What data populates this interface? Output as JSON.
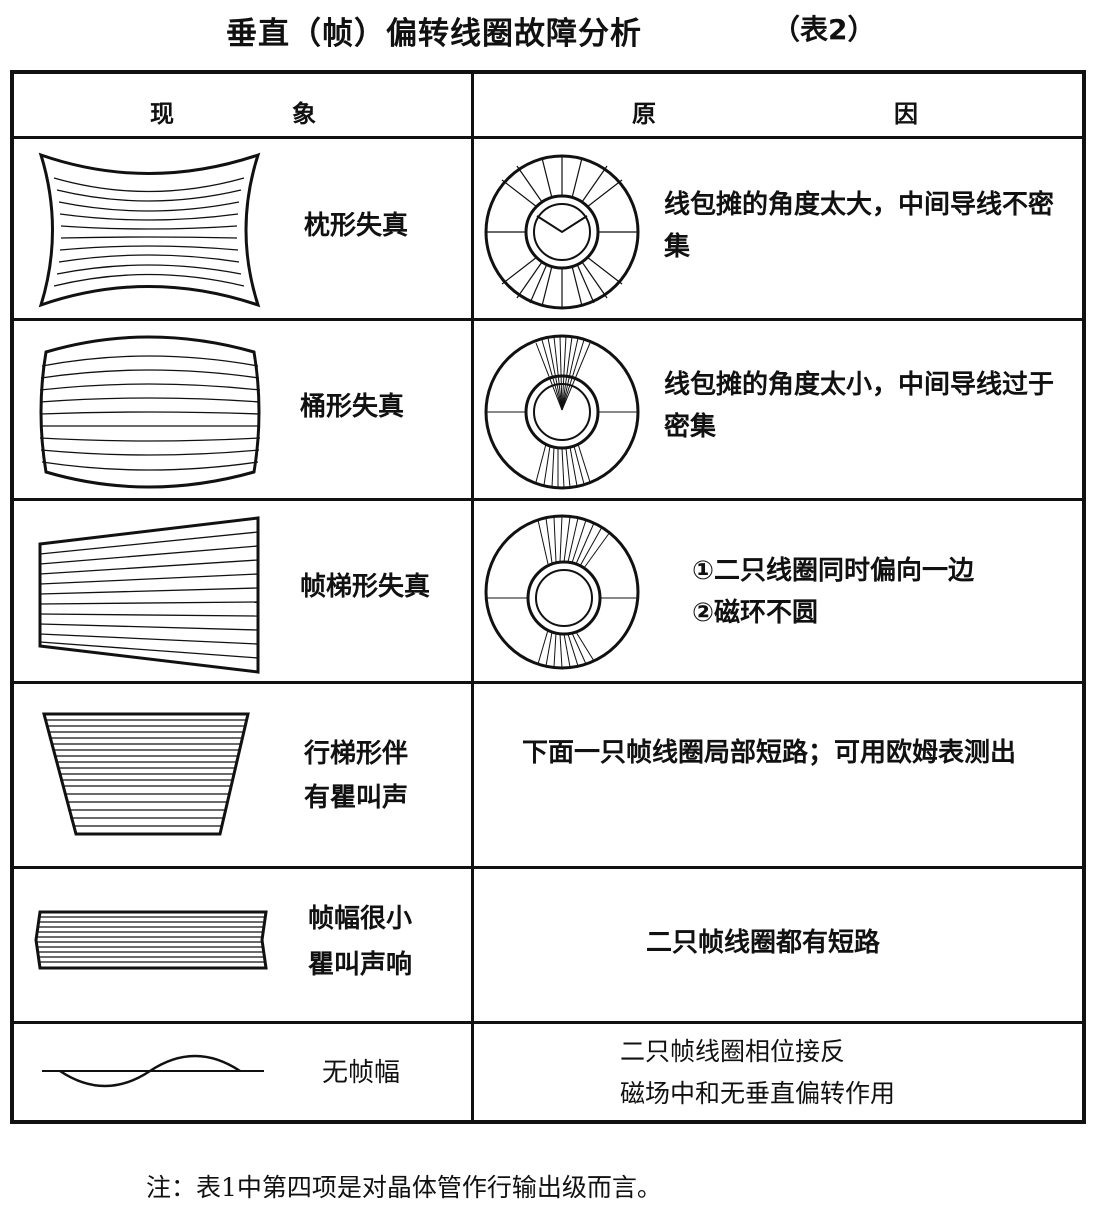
{
  "title": "垂直（帧）偏转线圈故障分析",
  "table_tag": "（表2）",
  "headers": {
    "phenomenon_1": "现",
    "phenomenon_2": "象",
    "cause_1": "原",
    "cause_2": "因"
  },
  "rows": [
    {
      "phenomenon": "枕形失真",
      "cause": "线包摊的角度太大，中间导线不密集"
    },
    {
      "phenomenon": "桶形失真",
      "cause": "线包摊的角度太小，中间导线过于密集"
    },
    {
      "phenomenon": "帧梯形失真",
      "cause_line1": "①二只线圈同时偏向一边",
      "cause_line2": "②磁环不圆"
    },
    {
      "phenomenon_line1": "行梯形伴",
      "phenomenon_line2": "有瞿叫声",
      "cause": "下面一只帧线圈局部短路；可用欧姆表测出"
    },
    {
      "phenomenon_line1": "帧幅很小",
      "phenomenon_line2": "瞿叫声响",
      "cause": "二只帧线圈都有短路"
    },
    {
      "phenomenon": "无帧幅",
      "cause_line1": "二只帧线圈相位接反",
      "cause_line2": "磁场中和无垂直偏转作用"
    }
  ],
  "note": "注：表1中第四项是对晶体管作行输出级而言。"
}
